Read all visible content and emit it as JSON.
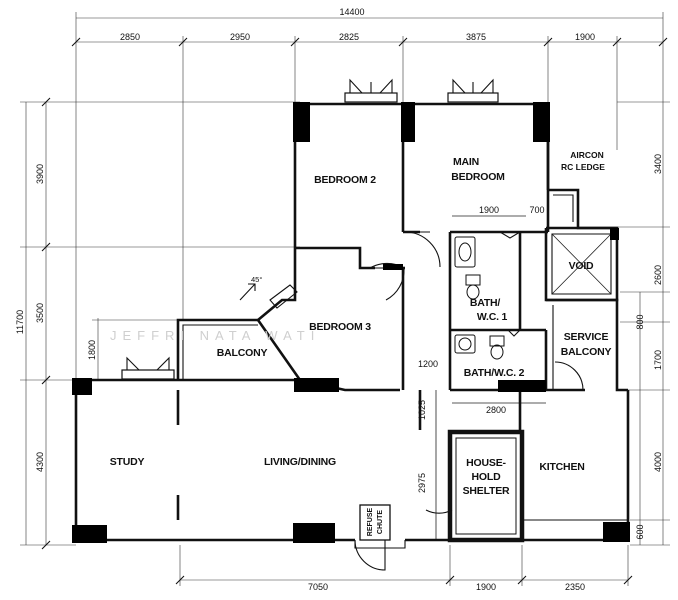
{
  "dimensions": {
    "overall_width": "14400",
    "top_segments": [
      "2850",
      "2950",
      "2825",
      "3875",
      "1900"
    ],
    "left_total": "11700",
    "left_segments": [
      "3900",
      "3500",
      "1800",
      "4300"
    ],
    "right_segments": [
      "3400",
      "2600",
      "800",
      "1700",
      "4000",
      "600"
    ],
    "bottom_segments": [
      "7050",
      "1900",
      "2350"
    ],
    "inner": {
      "bath1_width": "1900",
      "bath1_gap": "700",
      "corridor": "1200",
      "bath2_width": "2800",
      "hall_a": "1025",
      "hall_b": "2975"
    }
  },
  "rooms": {
    "bedroom2": "BEDROOM 2",
    "main_bedroom_1": "MAIN",
    "main_bedroom_2": "BEDROOM",
    "bedroom3": "BEDROOM 3",
    "balcony": "BALCONY",
    "bath1_1": "BATH/",
    "bath1_2": "W.C. 1",
    "bath2": "BATH/W.C. 2",
    "service_balcony_1": "SERVICE",
    "service_balcony_2": "BALCONY",
    "void": "VOID",
    "aircon_1": "AIRCON",
    "aircon_2": "RC LEDGE",
    "study": "STUDY",
    "living_dining": "LIVING/DINING",
    "kitchen": "KITCHEN",
    "shelter_1": "HOUSE-",
    "shelter_2": "HOLD",
    "shelter_3": "SHELTER",
    "refuse_1": "REFUSE",
    "refuse_2": "CHUTE",
    "angle": "45°"
  },
  "watermark": "JEFFRI NATA WATI"
}
